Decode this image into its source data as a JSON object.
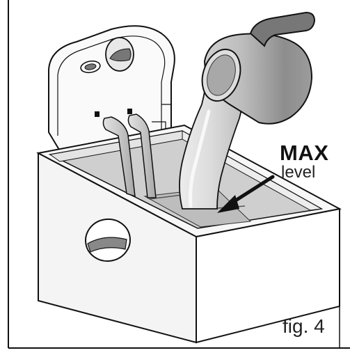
{
  "annotation": {
    "max_label": "MAX",
    "level_label": "level"
  },
  "figure": {
    "caption": "fig. 4"
  },
  "icons": {
    "arrow": "arrow-pointing-to-max-level",
    "jug": "pouring-jug-icon",
    "fryer": "deep-fryer-tank-icon"
  },
  "colors": {
    "line": "#111111",
    "light_gray": "#e6e6e6",
    "mid_gray": "#b5b5b5",
    "dark_gray": "#7a7a7a",
    "liquid": "#d9d9d9"
  }
}
